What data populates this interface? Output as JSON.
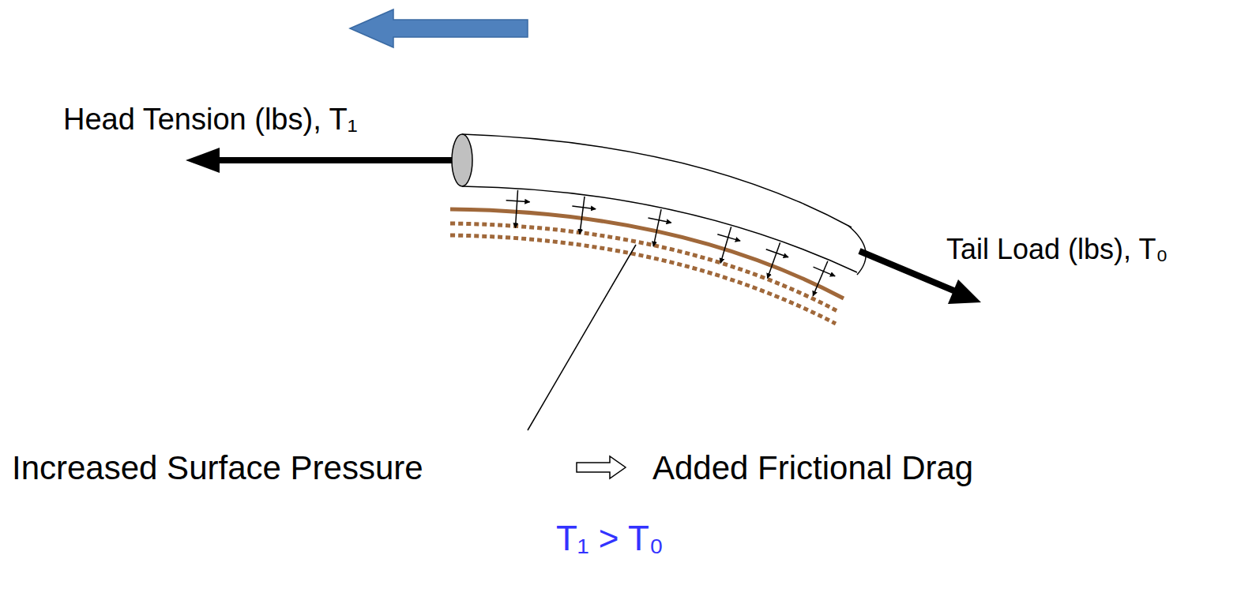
{
  "diagram": {
    "labels": [
      "Head Tension (lbs), T₁",
      "Tail Load (lbs), T₀",
      "Increased Surface Pressure",
      "Added Frictional Drag",
      "T₁ > T₀"
    ]
  }
}
